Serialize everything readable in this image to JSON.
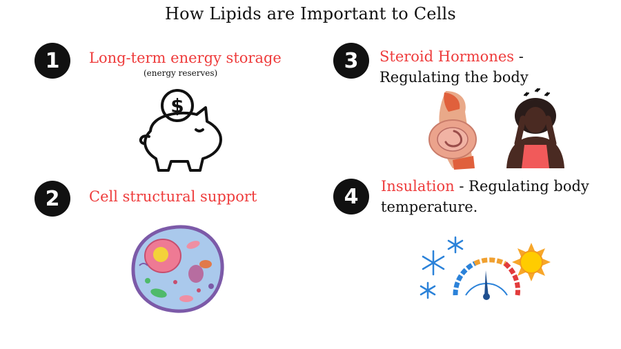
{
  "title": "How Lipids are Important to Cells",
  "items": [
    {
      "number": "1",
      "heading": "Long-term energy storage",
      "note": "(energy reserves)"
    },
    {
      "number": "2",
      "heading": "Cell structural support"
    },
    {
      "number": "3",
      "heading": "Steroid Hormones",
      "rest_a": " -",
      "rest_b": "Regulating the body"
    },
    {
      "number": "4",
      "heading": "Insulation",
      "rest_a": " - Regulating body",
      "rest_b": "temperature."
    }
  ],
  "icons": {
    "item1": "piggy-bank-with-dollar-coin",
    "item2": "animal-cell",
    "item3": [
      "pregnant-woman",
      "stressed-woman"
    ],
    "item4": [
      "snowflakes",
      "temperature-gauge",
      "sun"
    ]
  },
  "colors": {
    "accent": "#ee3b3b",
    "badge": "#111111"
  }
}
